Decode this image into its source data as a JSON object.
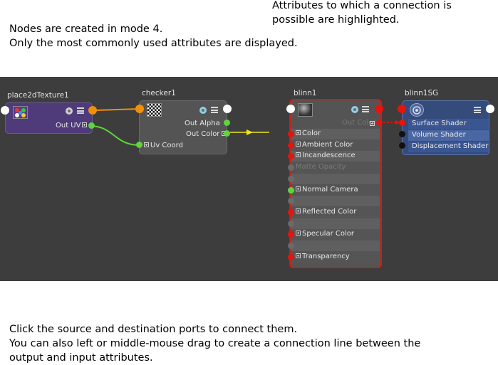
{
  "annotations": {
    "top_left": [
      "Nodes are created in mode 4.",
      "Only the most commonly used attributes are displayed."
    ],
    "top_right": [
      "Attributes to which a connection is",
      "possible are highlighted."
    ],
    "bottom": [
      "Click the source and destination ports to connect them.",
      "You can also left or middle-mouse drag to create a connection line between the",
      "output and input attributes."
    ]
  },
  "nodes": {
    "place2d": {
      "title": "place2dTexture1",
      "out_uv": "Out UV"
    },
    "checker": {
      "title": "checker1",
      "out_alpha": "Out Alpha",
      "out_color": "Out Color",
      "uv_coord": "Uv Coord"
    },
    "blinn": {
      "title": "blinn1",
      "out_color_ghost": "Out Color",
      "attrs": [
        "Color",
        "Ambient Color",
        "Incandescence",
        "Matte Opacity",
        "",
        "Normal Camera",
        "",
        "Reflected Color",
        "",
        "Specular Color",
        "",
        "Transparency"
      ]
    },
    "blinn1sg": {
      "title": "blinn1SG",
      "attrs": [
        "Surface Shader",
        "Volume Shader",
        "Displacement Shader"
      ]
    }
  },
  "colors": {
    "graph_bg": "#3d3d3d",
    "place2d_body": "#4f3b7a",
    "checker_body": "#545454",
    "sg_body": "#344b7c",
    "highlight": "#e4140e",
    "port_orange": "#f0900a",
    "port_green": "#5fd43b",
    "wire_yellow": "#f2e81a"
  },
  "icons": [
    "swatch-place2d-icon",
    "checker-swatch-icon",
    "blinn-sphere-icon",
    "shading-group-icon",
    "menu-lines-icon",
    "mode-badge-icon"
  ]
}
